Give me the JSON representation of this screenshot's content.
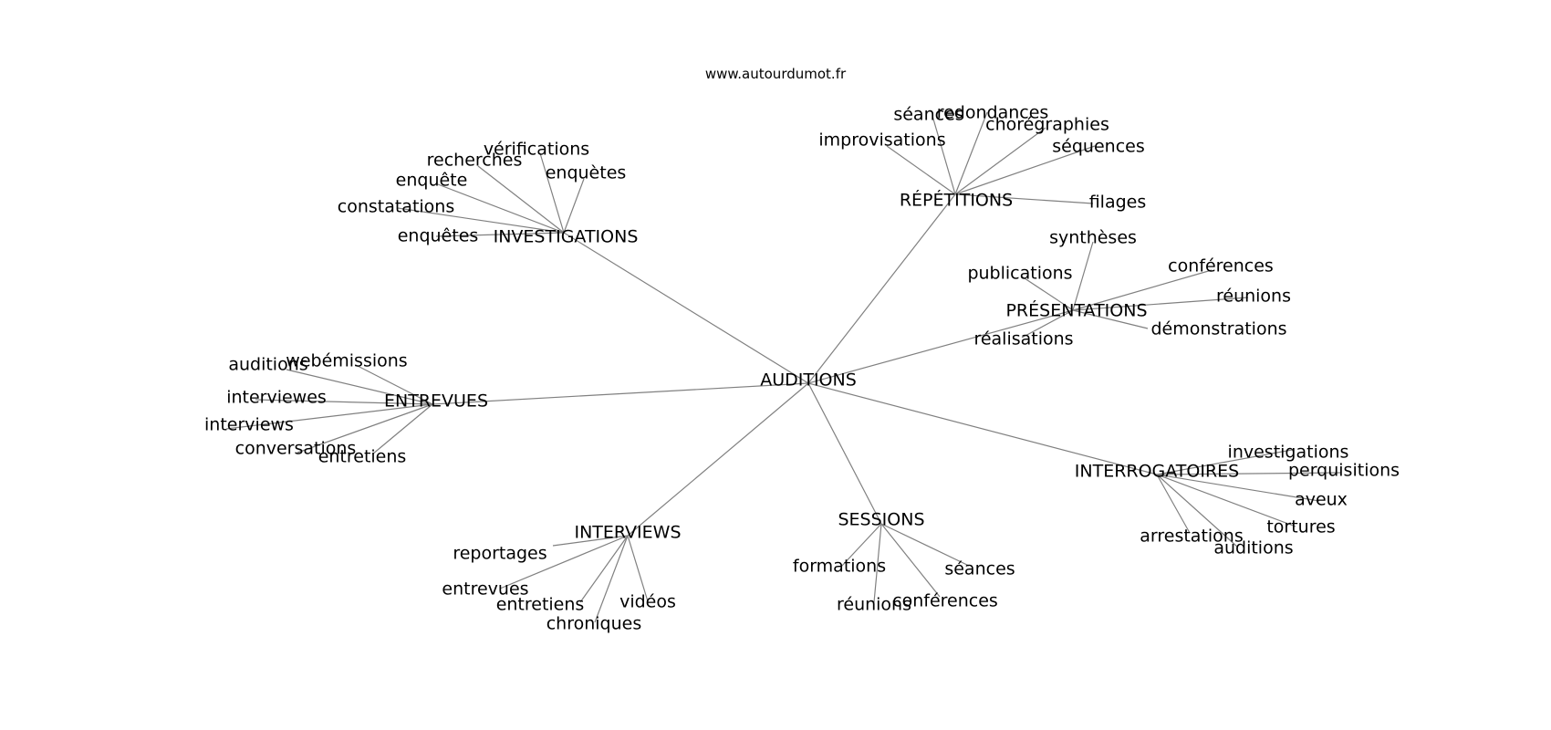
{
  "site": "www.autourdumot.fr",
  "colors": {
    "edge": "#808080",
    "text": "#000000",
    "background": "#ffffff"
  },
  "center": "AUDITIONS",
  "groups": [
    {
      "label": "INVESTIGATIONS",
      "children": [
        "vérifications",
        "recherches",
        "enquête",
        "enquètes",
        "constatations",
        "enquêtes"
      ]
    },
    {
      "label": "RÉPÉTITIONS",
      "children": [
        "séances",
        "redondances",
        "chorégraphies",
        "improvisations",
        "séquences",
        "filages"
      ]
    },
    {
      "label": "PRÉSENTATIONS",
      "children": [
        "synthèses",
        "publications",
        "conférences",
        "réunions",
        "démonstrations",
        "réalisations"
      ]
    },
    {
      "label": "ENTREVUES",
      "children": [
        "auditions",
        "webémissions",
        "interviewes",
        "interviews",
        "conversations",
        "entretiens"
      ]
    },
    {
      "label": "INTERROGATOIRES",
      "children": [
        "investigations",
        "perquisitions",
        "aveux",
        "tortures",
        "arrestations",
        "auditions"
      ]
    },
    {
      "label": "SESSIONS",
      "children": [
        "formations",
        "séances",
        "réunions",
        "conférences"
      ]
    },
    {
      "label": "INTERVIEWS",
      "children": [
        "reportages",
        "entrevues",
        "entretiens",
        "vidéos",
        "chroniques"
      ]
    }
  ]
}
